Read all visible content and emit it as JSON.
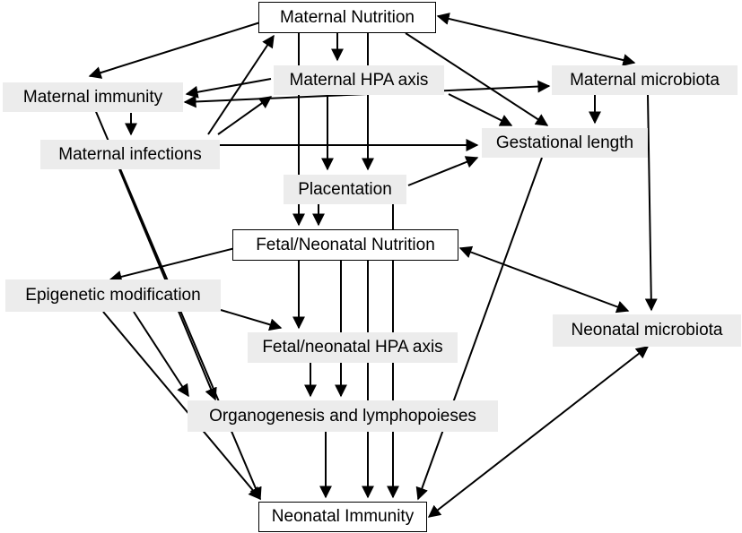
{
  "nodes": {
    "maternal_nutrition": "Maternal Nutrition",
    "maternal_hpa_axis": "Maternal HPA axis",
    "maternal_immunity": "Maternal immunity",
    "maternal_microbiota": "Maternal microbiota",
    "maternal_infections": "Maternal infections",
    "gestational_length": "Gestational length",
    "placentation": "Placentation",
    "fetal_neonatal_nutrition": "Fetal/Neonatal Nutrition",
    "epigenetic_modification": "Epigenetic modification",
    "fetal_neonatal_hpa_axis": "Fetal/neonatal HPA axis",
    "neonatal_microbiota": "Neonatal microbiota",
    "organogenesis_lymphopoieses": "Organogenesis and lymphopoieses",
    "neonatal_immunity": "Neonatal Immunity"
  },
  "edges": [
    {
      "from": "maternal_nutrition",
      "to": "maternal_immunity",
      "bidirectional": false
    },
    {
      "from": "maternal_nutrition",
      "to": "maternal_hpa_axis",
      "bidirectional": false
    },
    {
      "from": "maternal_nutrition",
      "to": "maternal_microbiota",
      "bidirectional": true
    },
    {
      "from": "maternal_nutrition",
      "to": "gestational_length",
      "bidirectional": false
    },
    {
      "from": "maternal_nutrition",
      "to": "placentation",
      "bidirectional": false
    },
    {
      "from": "maternal_nutrition",
      "to": "fetal_neonatal_nutrition",
      "bidirectional": false
    },
    {
      "from": "maternal_hpa_axis",
      "to": "maternal_immunity",
      "bidirectional": false
    },
    {
      "from": "maternal_hpa_axis",
      "to": "gestational_length",
      "bidirectional": false
    },
    {
      "from": "maternal_hpa_axis",
      "to": "placentation",
      "bidirectional": false
    },
    {
      "from": "maternal_immunity",
      "to": "maternal_microbiota",
      "bidirectional": true
    },
    {
      "from": "maternal_immunity",
      "to": "maternal_infections",
      "bidirectional": false
    },
    {
      "from": "maternal_immunity",
      "to": "neonatal_immunity",
      "bidirectional": false
    },
    {
      "from": "maternal_infections",
      "to": "maternal_nutrition",
      "bidirectional": false
    },
    {
      "from": "maternal_infections",
      "to": "maternal_hpa_axis",
      "bidirectional": false
    },
    {
      "from": "maternal_infections",
      "to": "gestational_length",
      "bidirectional": false
    },
    {
      "from": "maternal_microbiota",
      "to": "gestational_length",
      "bidirectional": false
    },
    {
      "from": "maternal_microbiota",
      "to": "neonatal_microbiota",
      "bidirectional": false
    },
    {
      "from": "placentation",
      "to": "gestational_length",
      "bidirectional": false
    },
    {
      "from": "placentation",
      "to": "fetal_neonatal_nutrition",
      "bidirectional": false
    },
    {
      "from": "placentation",
      "to": "neonatal_immunity",
      "bidirectional": false
    },
    {
      "from": "gestational_length",
      "to": "neonatal_immunity",
      "bidirectional": false
    },
    {
      "from": "fetal_neonatal_nutrition",
      "to": "epigenetic_modification",
      "bidirectional": false
    },
    {
      "from": "fetal_neonatal_nutrition",
      "to": "fetal_neonatal_hpa_axis",
      "bidirectional": false
    },
    {
      "from": "fetal_neonatal_nutrition",
      "to": "neonatal_microbiota",
      "bidirectional": true
    },
    {
      "from": "fetal_neonatal_nutrition",
      "to": "organogenesis_lymphopoieses",
      "bidirectional": false
    },
    {
      "from": "fetal_neonatal_nutrition",
      "to": "neonatal_immunity",
      "bidirectional": false
    },
    {
      "from": "epigenetic_modification",
      "to": "fetal_neonatal_hpa_axis",
      "bidirectional": false
    },
    {
      "from": "epigenetic_modification",
      "to": "organogenesis_lymphopoieses",
      "bidirectional": false
    },
    {
      "from": "epigenetic_modification",
      "to": "neonatal_immunity",
      "bidirectional": false
    },
    {
      "from": "fetal_neonatal_hpa_axis",
      "to": "organogenesis_lymphopoieses",
      "bidirectional": false
    },
    {
      "from": "organogenesis_lymphopoieses",
      "to": "neonatal_immunity",
      "bidirectional": false
    },
    {
      "from": "neonatal_microbiota",
      "to": "neonatal_immunity",
      "bidirectional": true
    },
    {
      "from": "maternal_infections",
      "to": "organogenesis_lymphopoieses",
      "bidirectional": false
    }
  ]
}
